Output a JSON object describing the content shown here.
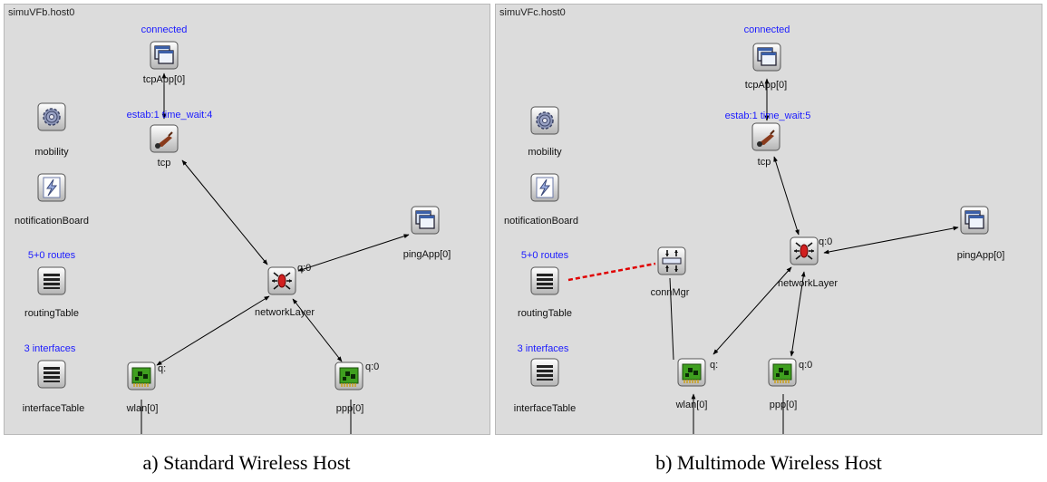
{
  "panel_a": {
    "title": "simuVFb.host0",
    "tcpApp": {
      "name": "tcpApp[0]",
      "status": "connected"
    },
    "tcp": {
      "name": "tcp",
      "status": "estab:1 time_wait:4"
    },
    "mobility": {
      "name": "mobility"
    },
    "notificationBoard": {
      "name": "notificationBoard"
    },
    "routingTable": {
      "name": "routingTable",
      "status": "5+0 routes"
    },
    "interfaceTable": {
      "name": "interfaceTable",
      "status": "3 interfaces"
    },
    "networkLayer": {
      "name": "networkLayer",
      "queue": "q:0"
    },
    "pingApp": {
      "name": "pingApp[0]"
    },
    "wlan": {
      "name": "wlan[0]",
      "queue": "q:"
    },
    "ppp": {
      "name": "ppp[0]",
      "queue": "q:0"
    }
  },
  "panel_b": {
    "title": "simuVFc.host0",
    "tcpApp": {
      "name": "tcpApp[0]",
      "status": "connected"
    },
    "tcp": {
      "name": "tcp",
      "status": "estab:1 time_wait:5"
    },
    "mobility": {
      "name": "mobility"
    },
    "notificationBoard": {
      "name": "notificationBoard"
    },
    "routingTable": {
      "name": "routingTable",
      "status": "5+0 routes"
    },
    "interfaceTable": {
      "name": "interfaceTable",
      "status": "3 interfaces"
    },
    "connMgr": {
      "name": "connMgr"
    },
    "networkLayer": {
      "name": "networkLayer",
      "queue": "q:0"
    },
    "pingApp": {
      "name": "pingApp[0]"
    },
    "wlan": {
      "name": "wlan[0]",
      "queue": "q:"
    },
    "ppp": {
      "name": "ppp[0]",
      "queue": "q:0"
    }
  },
  "captions": {
    "a": "a) Standard Wireless Host",
    "b": "b) Multimode Wireless Host"
  },
  "colors": {
    "background": "#dcdcdc",
    "status_text": "#1a1aff",
    "link": "#000000",
    "connmgr_link": "#e00000"
  }
}
